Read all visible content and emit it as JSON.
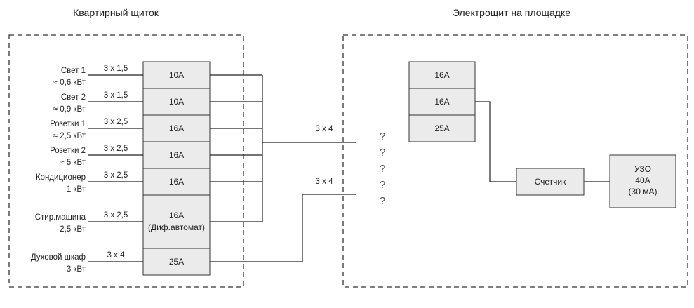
{
  "titles": {
    "left": "Квартирный щиток",
    "right": "Электрощит на площадке"
  },
  "circuits": [
    {
      "name": "Свет 1",
      "power": "≈ 0,6 кВт",
      "cable": "3 x 1,5",
      "breaker": "10А",
      "breaker_note": ""
    },
    {
      "name": "Свет 2",
      "power": "≈ 0,9 кВт",
      "cable": "3 x 1,5",
      "breaker": "10А",
      "breaker_note": ""
    },
    {
      "name": "Розетки 1",
      "power": "≈ 2,5 кВт",
      "cable": "3 x 2,5",
      "breaker": "16А",
      "breaker_note": ""
    },
    {
      "name": "Розетки 2",
      "power": "≈ 5 кВт",
      "cable": "3 x 2,5",
      "breaker": "16А",
      "breaker_note": ""
    },
    {
      "name": "Кондиционер",
      "power": "1 кВт",
      "cable": "3 x 2,5",
      "breaker": "16А",
      "breaker_note": ""
    },
    {
      "name": "Стир.машина",
      "power": "2,5 кВт",
      "cable": "3 x 2,5",
      "breaker": "16А",
      "breaker_note": "(Диф.автомат)"
    },
    {
      "name": "Духовой шкаф",
      "power": "3 кВт",
      "cable": "3 x 4",
      "breaker": "25А",
      "breaker_note": ""
    }
  ],
  "feeders": [
    {
      "cable": "3 x 4"
    },
    {
      "cable": "3 x 4"
    }
  ],
  "unknowns": [
    "?",
    "?",
    "?",
    "?",
    "?"
  ],
  "panel_breakers": [
    "16А",
    "16А",
    "25А"
  ],
  "meter": {
    "label": "Счетчик"
  },
  "rcd": {
    "line1": "УЗО",
    "line2": "40А",
    "line3": "(30 мА)"
  }
}
